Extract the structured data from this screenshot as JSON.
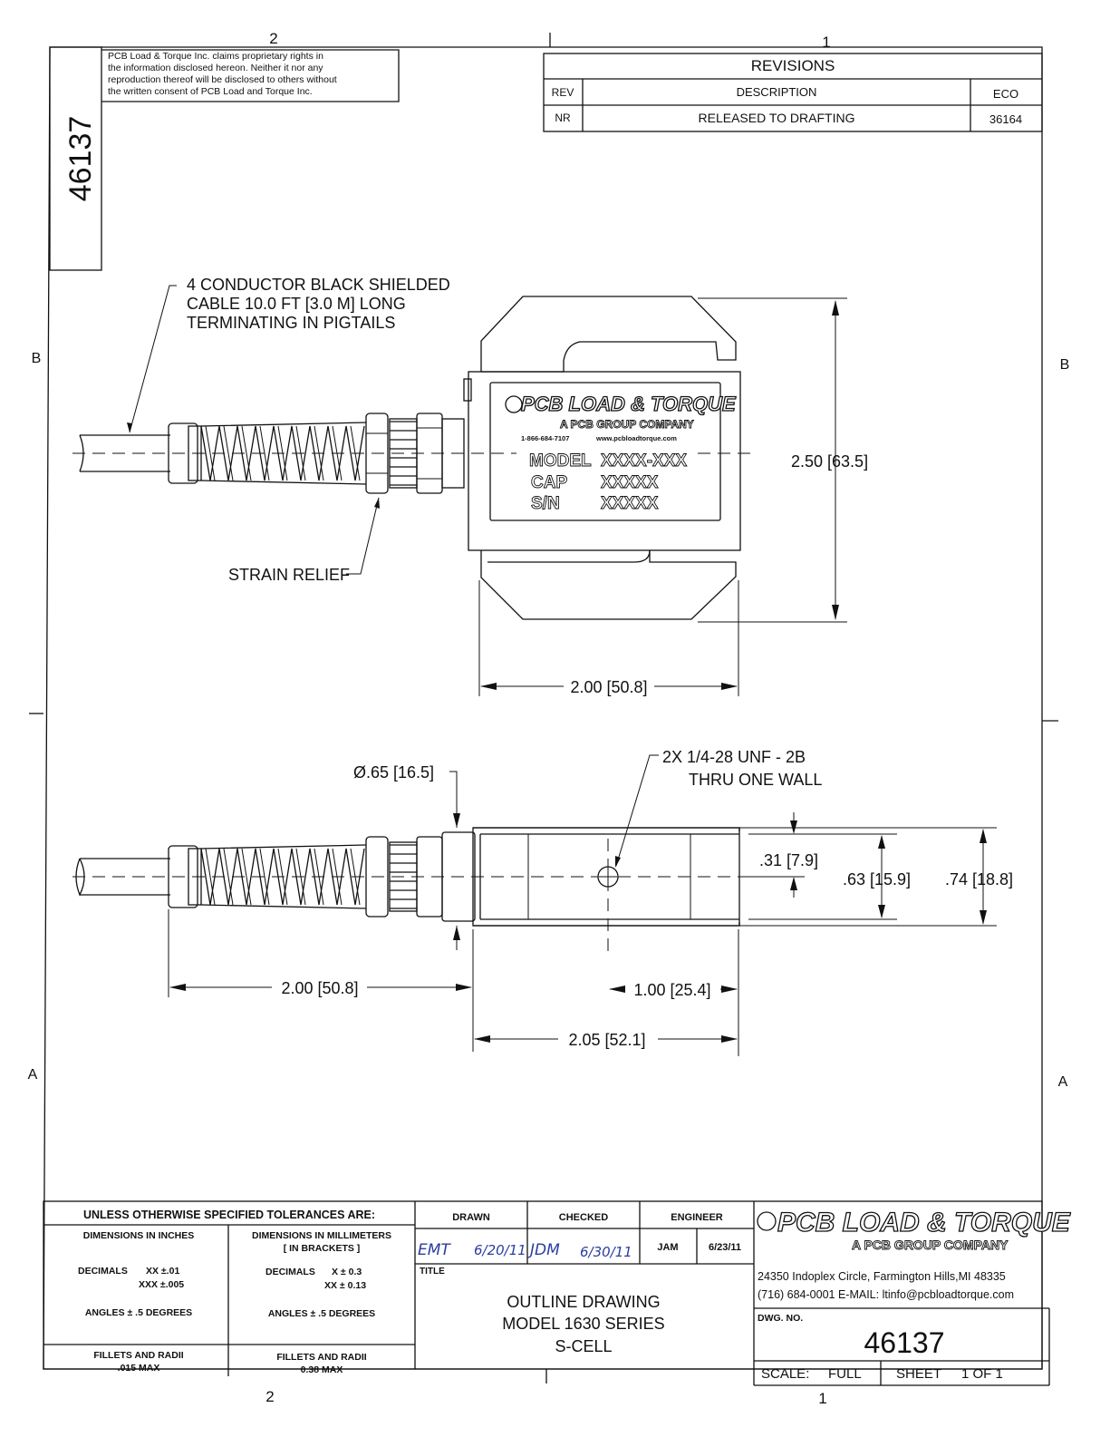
{
  "zone_labels": {
    "top_left": "2",
    "top_right": "1",
    "bottom_left": "2",
    "bottom_right": "1",
    "left_upper": "B",
    "right_upper": "B",
    "left_lower": "A",
    "right_lower": "A"
  },
  "side_tab": {
    "drawing_number": "46137"
  },
  "proprietary_notice": [
    "PCB Load & Torque Inc. claims proprietary rights in",
    "the information disclosed hereon. Neither it nor any",
    "reproduction thereof will be disclosed to others without",
    "the written consent of PCB Load and Torque Inc."
  ],
  "revisions": {
    "title": "REVISIONS",
    "headers": {
      "rev": "REV",
      "description": "DESCRIPTION",
      "eco": "ECO"
    },
    "rows": [
      {
        "rev": "NR",
        "description": "RELEASED TO DRAFTING",
        "eco": "36164"
      }
    ]
  },
  "callouts": {
    "cable": [
      "4 CONDUCTOR BLACK SHIELDED",
      "CABLE 10.0 FT [3.0 M] LONG",
      "TERMINATING IN PIGTAILS"
    ],
    "strain_relief": "STRAIN RELIEF",
    "thread": [
      "2X 1/4-28 UNF - 2B",
      "THRU ONE WALL"
    ],
    "diameter": "Ø.65 [16.5]"
  },
  "label_plate": {
    "brand": "PCB LOAD & TORQUE",
    "subbrand": "A PCB GROUP COMPANY",
    "phone": "1-866-684-7107",
    "website": "www.pcbloadtorque.com",
    "model_label": "MODEL",
    "model_value": "XXXX-XXX",
    "cap_label": "CAP",
    "cap_value": "XXXXX",
    "sn_label": "S/N",
    "sn_value": "XXXXX"
  },
  "dimensions": {
    "height": "2.50 [63.5]",
    "width_top": "2.00 [50.8]",
    "cable_length": "2.00 [50.8]",
    "hole_offset": "1.00 [25.4]",
    "body_length": "2.05 [52.1]",
    "half_thick": ".31 [7.9]",
    "inner_thick": ".63 [15.9]",
    "outer_thick": ".74 [18.8]"
  },
  "title_block": {
    "tolerance_header": "UNLESS OTHERWISE SPECIFIED TOLERANCES ARE:",
    "inch_col": {
      "head": "DIMENSIONS IN INCHES",
      "dec_label": "DECIMALS",
      "xx": "XX ±.01",
      "xxx": "XXX ±.005",
      "angles": "ANGLES ± .5 DEGREES",
      "fillets_head": "FILLETS AND RADII",
      "fillets": ".015 MAX"
    },
    "mm_col": {
      "head1": "DIMENSIONS IN MILLIMETERS",
      "head2": "[ IN BRACKETS ]",
      "dec_label": "DECIMALS",
      "x": "X ± 0.3",
      "xx": "XX ± 0.13",
      "angles": "ANGLES ± .5 DEGREES",
      "fillets_head": "FILLETS AND RADII",
      "fillets": "0.38 MAX"
    },
    "drawn_label": "DRAWN",
    "checked_label": "CHECKED",
    "engineer_label": "ENGINEER",
    "drawn_sig": "EMT",
    "drawn_date": "6/20/11",
    "checked_sig": "JDM",
    "checked_date": "6/30/11",
    "engineer_name": "JAM",
    "engineer_date": "6/23/11",
    "title_label": "TITLE",
    "title_lines": [
      "OUTLINE DRAWING",
      "MODEL 1630 SERIES",
      "S-CELL"
    ],
    "company": "PCB LOAD & TORQUE",
    "company_sub": "A PCB GROUP COMPANY",
    "address": "24350 Indoplex Circle, Farmington Hills,MI 48335",
    "contact": "(716) 684-0001 E-MAIL: ltinfo@pcbloadtorque.com",
    "dwg_label": "DWG. NO.",
    "dwg_no": "46137",
    "scale_label": "SCALE:",
    "scale_value": "FULL",
    "sheet_label": "SHEET",
    "sheet_value": "1 OF 1"
  }
}
